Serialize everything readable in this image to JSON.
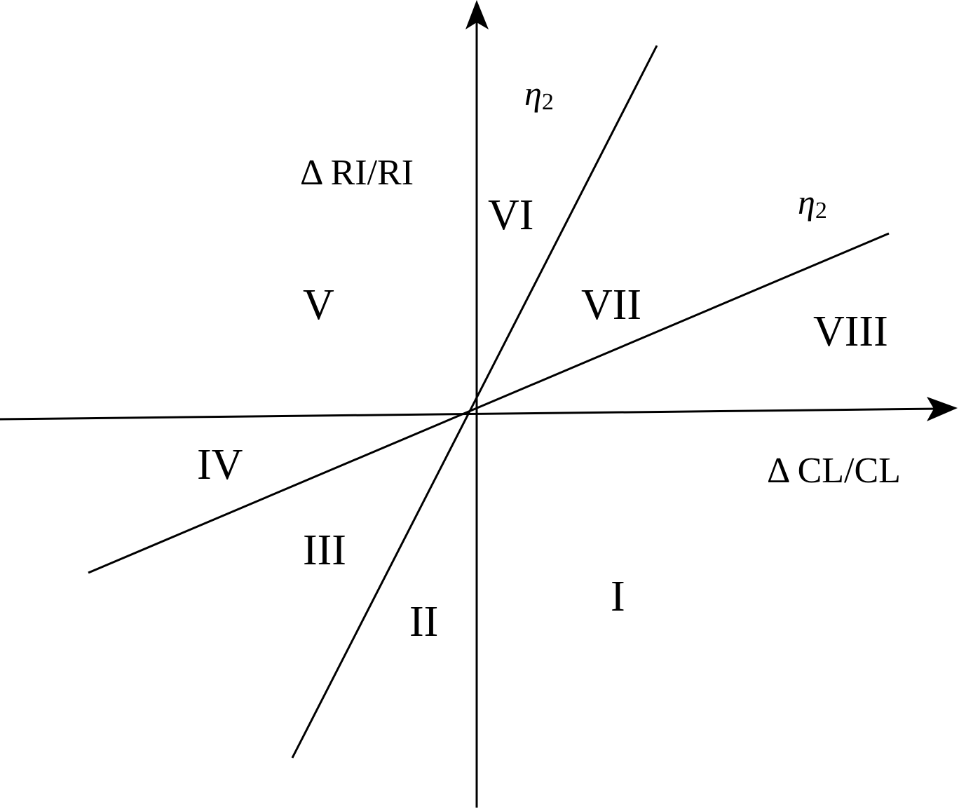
{
  "axes": {
    "x_label": "Δ CL/CL",
    "y_label": "Δ RI/RI"
  },
  "lines": [
    {
      "label_symbol": "η",
      "label_subscript": "2"
    },
    {
      "label_symbol": "η",
      "label_subscript": "2"
    }
  ],
  "regions": {
    "I": "I",
    "II": "II",
    "III": "III",
    "IV": "IV",
    "V": "V",
    "VI": "VI",
    "VII": "VII",
    "VIII": "VIII"
  },
  "colors": {
    "stroke": "#000000",
    "background": "#ffffff"
  }
}
